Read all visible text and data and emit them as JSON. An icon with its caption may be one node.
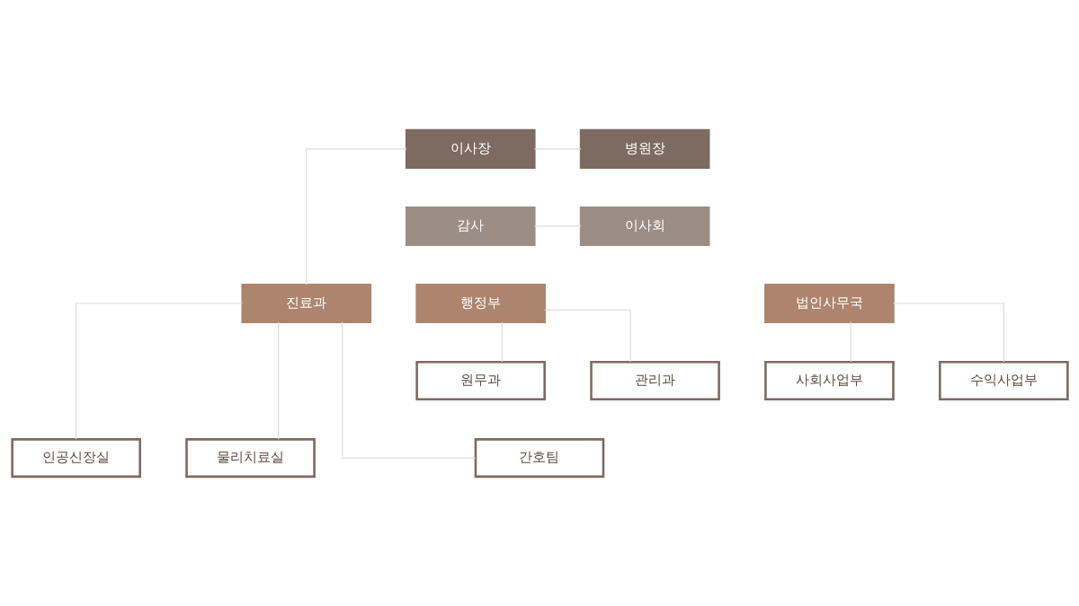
{
  "diagram": {
    "nodes": [
      {
        "text": [
          "이사장"
        ]
      },
      {
        "text": [
          "병원장"
        ]
      },
      {
        "text": [
          "감사"
        ]
      },
      {
        "text": [
          "이사회"
        ]
      },
      {
        "text": [
          "행정부"
        ]
      },
      {
        "text": [
          "진료과"
        ]
      },
      {
        "text": [
          "법인사무국"
        ]
      },
      {
        "text": [
          "원무과"
        ]
      },
      {
        "text": [
          "관리과"
        ]
      },
      {
        "text": [
          "수익사업부"
        ]
      },
      {
        "text": [
          "사회사업부"
        ]
      },
      {
        "text": [
          "인공신장실"
        ]
      },
      {
        "text": [
          "간호팀"
        ]
      },
      {
        "text": [
          "물리치료실"
        ]
      }
    ],
    "edges": [
      {
        "from": 0,
        "to": 1,
        "arrow": "none"
      },
      {
        "from": 2,
        "to": 3,
        "arrow": "none"
      },
      {
        "from": 0,
        "to": 5,
        "arrow": "none"
      },
      {
        "from": 4,
        "to": 7,
        "arrow": "none"
      },
      {
        "from": 4,
        "to": 8,
        "arrow": "none"
      },
      {
        "from": 6,
        "to": 9,
        "arrow": "none"
      },
      {
        "from": 6,
        "to": 10,
        "arrow": "none"
      },
      {
        "from": 5,
        "to": 11,
        "arrow": "none"
      },
      {
        "from": 5,
        "to": 12,
        "arrow": "none"
      },
      {
        "from": 5,
        "to": 13,
        "arrow": "none"
      }
    ]
  }
}
